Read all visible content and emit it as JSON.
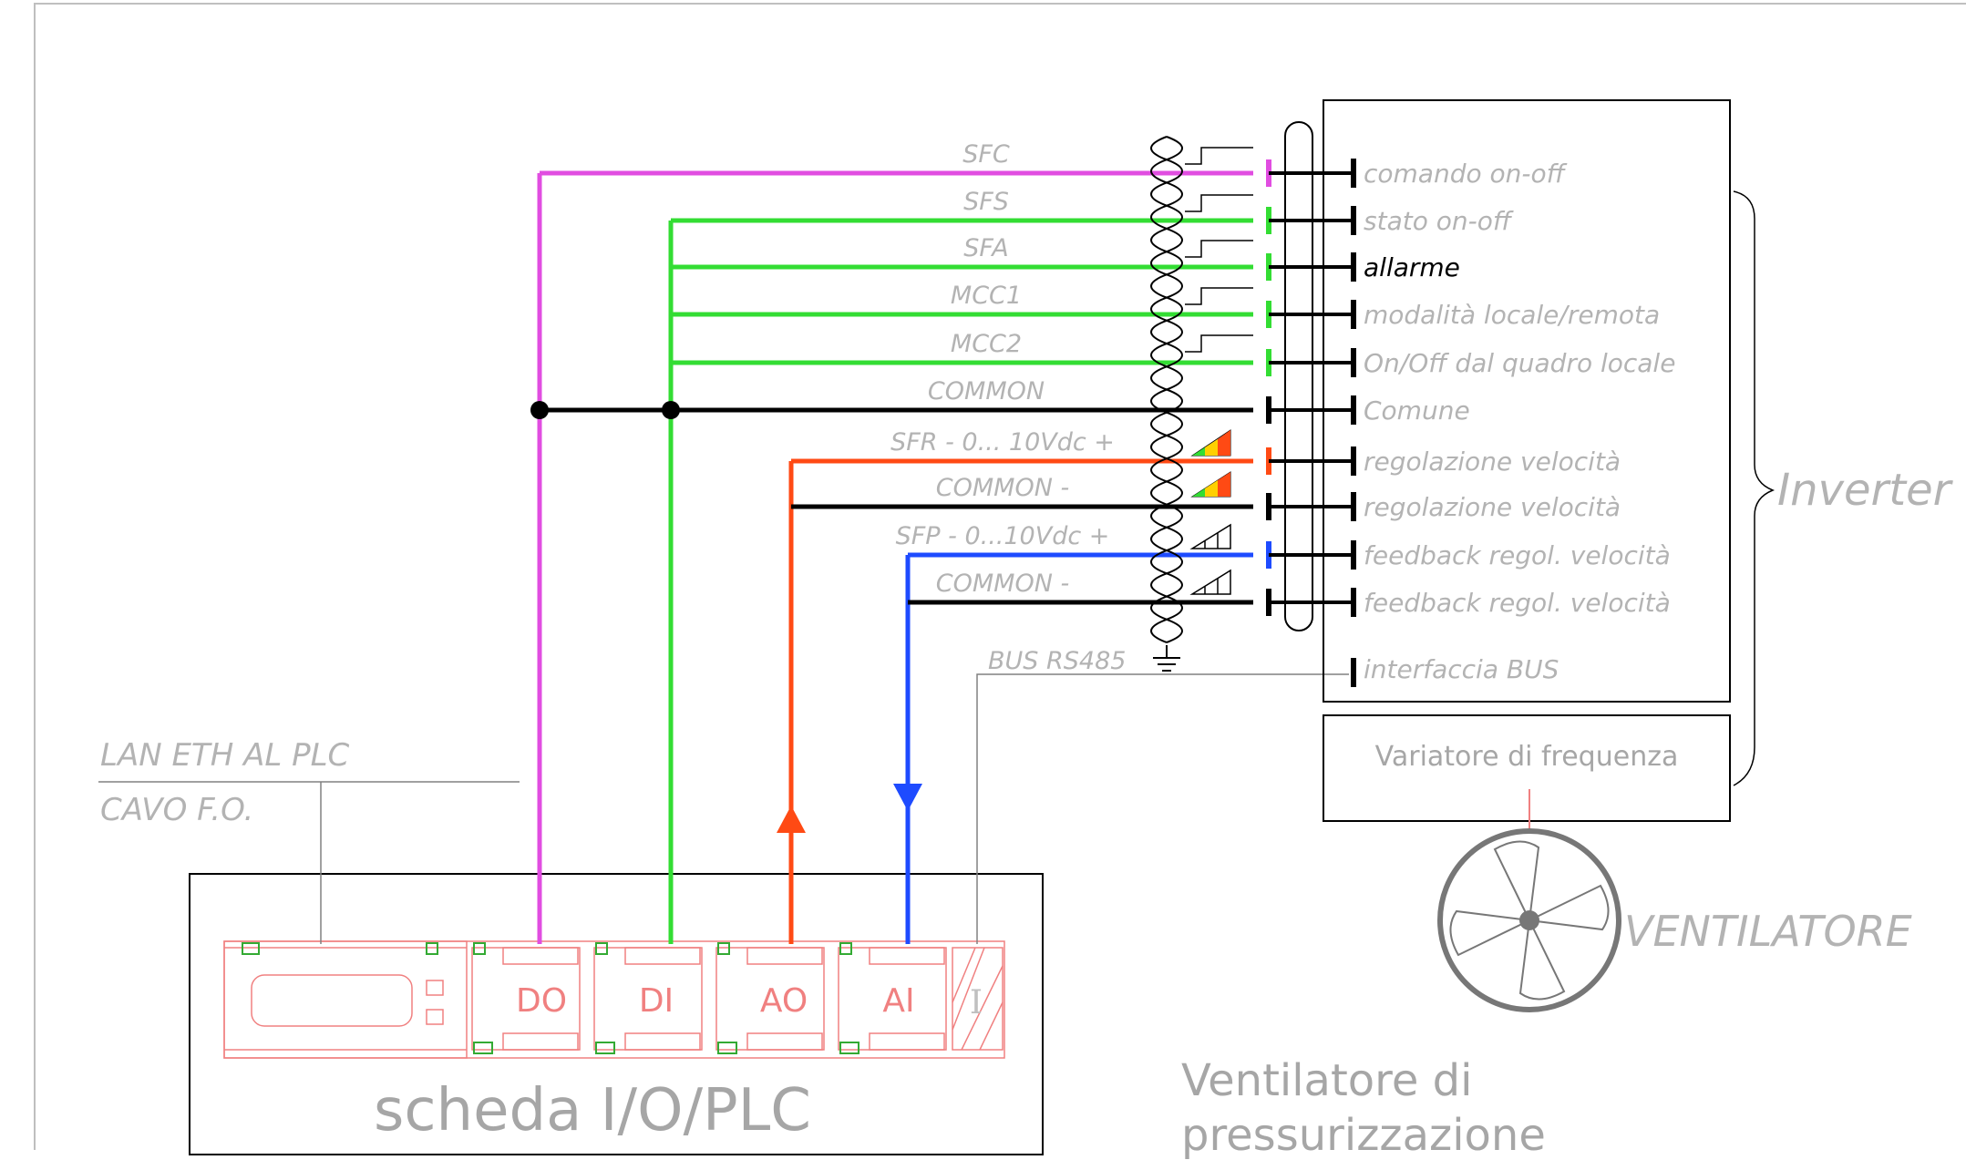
{
  "colors": {
    "magenta": "#e14de1",
    "green": "#33dd33",
    "orange": "#ff4a14",
    "blue": "#1e4bff",
    "black": "#000000",
    "grey_text": "#b3b3b3",
    "plc_module": "#f08080"
  },
  "signals": [
    {
      "name": "SFC",
      "color": "magenta",
      "terminal": "comando on-off",
      "highlight": false
    },
    {
      "name": "SFS",
      "color": "green",
      "terminal": "stato on-off",
      "highlight": false
    },
    {
      "name": "SFA",
      "color": "green",
      "terminal": "allarme",
      "highlight": true
    },
    {
      "name": "MCC1",
      "color": "green",
      "terminal": "modalità locale/remota",
      "highlight": false
    },
    {
      "name": "MCC2",
      "color": "green",
      "terminal": "On/Off dal quadro locale",
      "highlight": false
    },
    {
      "name": "COMMON",
      "color": "black",
      "terminal": "Comune",
      "highlight": false
    },
    {
      "name": "SFR - 0... 10Vdc +",
      "color": "orange",
      "terminal": "regolazione velocità",
      "highlight": false
    },
    {
      "name": "COMMON -",
      "color": "black",
      "terminal": "regolazione velocità",
      "highlight": false
    },
    {
      "name": "SFP - 0...10Vdc +",
      "color": "blue",
      "terminal": "feedback regol. velocità",
      "highlight": false
    },
    {
      "name": "COMMON -",
      "color": "black",
      "terminal": "feedback regol. velocità",
      "highlight": false
    }
  ],
  "bus": {
    "label": "BUS RS485",
    "terminal": "interfaccia BUS"
  },
  "inverter": {
    "label": "Inverter",
    "variator": "Variatore di frequenza"
  },
  "fan": {
    "label": "VENTILATORE"
  },
  "plc": {
    "title": "scheda I/O/PLC",
    "modules": [
      "DO",
      "DI",
      "AO",
      "AI",
      "I"
    ],
    "lan_label": "LAN ETH AL PLC",
    "fiber_label": "CAVO F.O."
  },
  "caption": {
    "line1": "Ventilatore di",
    "line2": "pressurizzazione"
  }
}
